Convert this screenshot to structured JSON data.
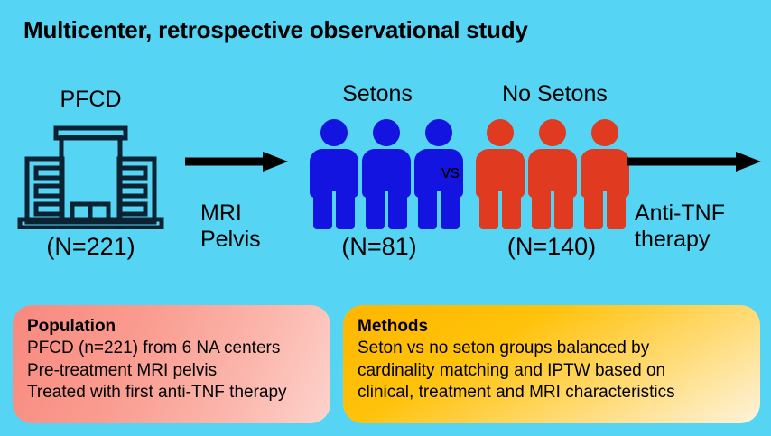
{
  "colors": {
    "background": "#55D4F4",
    "seton_group": "#1414E0",
    "no_seton_group": "#E03A20",
    "icon_outline": "#0B2233",
    "population_box": "#F8897F",
    "methods_box": "#FFB600",
    "text": "#000000"
  },
  "title": "Multicenter, retrospective observational study",
  "flow": {
    "cohort": {
      "label": "PFCD",
      "count": "(N=221)",
      "icon": "hospital-building-icon"
    },
    "step_one": {
      "arrow": "right-arrow-icon",
      "label_line1": "MRI",
      "label_line2": "Pelvis"
    },
    "groups": [
      {
        "label": "Setons",
        "count": "(N=81)",
        "color": "#1414E0",
        "figures": 3
      },
      {
        "label": "No Setons",
        "count": "(N=140)",
        "color": "#E03A20",
        "figures": 3
      }
    ],
    "comparator": "vs",
    "step_two": {
      "arrow": "right-arrow-icon",
      "label_line1": "Anti-TNF",
      "label_line2": "therapy"
    }
  },
  "boxes": {
    "population": {
      "title": "Population",
      "lines": [
        "PFCD (n=221) from 6 NA centers",
        "Pre-treatment MRI pelvis",
        "Treated with first anti-TNF therapy"
      ]
    },
    "methods": {
      "title": "Methods",
      "lines": [
        "Seton vs no seton groups balanced by",
        "cardinality matching and IPTW based on",
        "clinical, treatment and MRI characteristics"
      ]
    }
  }
}
